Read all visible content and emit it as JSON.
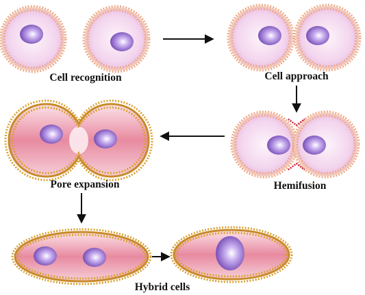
{
  "stages": {
    "recognition": "Cell recognition",
    "approach": "Cell approach",
    "hemifusion": "Hemifusion",
    "pore_expansion": "Pore expansion",
    "hybrid": "Hybrid cells"
  },
  "colors": {
    "lipid_head_light": "#eeaa88",
    "lipid_head_gold": "#d9a030",
    "tail_light": "#f2c8b8",
    "tail_gold": "#c98a2a",
    "cyto_light": "#f3d6ee",
    "cyto_pink": "#e88aa0",
    "nucleus": "#9b6bd4",
    "hemifusion_mark": "#c0203a",
    "arrow": "#111111"
  }
}
